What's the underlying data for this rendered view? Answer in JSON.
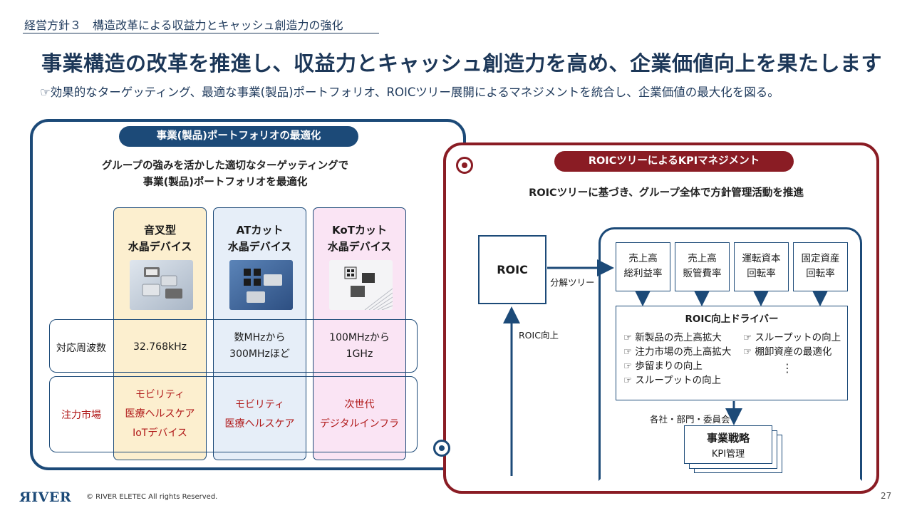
{
  "header": {
    "section": "経営方針３　構造改革による収益力とキャッシュ創造力の強化",
    "title": "事業構造の改革を推進し、収益力とキャッシュ創造力を高め、企業価値向上を果たします",
    "subtitle": "☞効果的なターゲッティング、最適な事業(製品)ポートフォリオ、ROICツリー展開によるマネジメントを統合し、企業価値の最大化を図る。"
  },
  "left_panel": {
    "heading": "事業(製品)ポートフォリオの最適化",
    "description_line1": "グループの強みを活かした適切なターゲッティングで",
    "description_line2": "事業(製品)ポートフォリオを最適化",
    "row_labels": {
      "frequency": "対応周波数",
      "market": "注力市場"
    },
    "columns": [
      {
        "title_line1": "音叉型",
        "title_line2": "水晶デバイス",
        "frequency_line1": "32.768kHz",
        "frequency_line2": "",
        "market_line1": "モビリティ",
        "market_line2": "医療ヘルスケア",
        "market_line3": "IoTデバイス"
      },
      {
        "title_line1": "ATカット",
        "title_line2": "水晶デバイス",
        "frequency_line1": "数MHzから",
        "frequency_line2": "300MHzほど",
        "market_line1": "モビリティ",
        "market_line2": "医療ヘルスケア"
      },
      {
        "title_line1": "KoTカット",
        "title_line2": "水晶デバイス",
        "frequency_line1": "100MHzから",
        "frequency_line2": "1GHz",
        "market_line1": "次世代",
        "market_line2": "デジタルインフラ"
      }
    ]
  },
  "right_panel": {
    "heading": "ROICツリーによるKPIマネジメント",
    "description": "ROICツリーに基づき、グループ全体で方針管理活動を推進",
    "roic_label": "ROIC",
    "decompose_label": "分解ツリー",
    "improve_label": "ROIC向上",
    "kpis": [
      {
        "line1": "売上高",
        "line2": "総利益率"
      },
      {
        "line1": "売上高",
        "line2": "販管費率"
      },
      {
        "line1": "運転資本",
        "line2": "回転率"
      },
      {
        "line1": "固定資産",
        "line2": "回転率"
      }
    ],
    "drivers_title": "ROIC向上ドライバー",
    "drivers_left": [
      "☞ 新製品の売上高拡大",
      "☞ 注力市場の売上高拡大",
      "☞ 歩留まりの向上",
      "☞ スループットの向上"
    ],
    "drivers_right": [
      "☞ スループットの向上",
      "☞ 棚卸資産の最適化"
    ],
    "drivers_ellipsis": "⋮",
    "org_label": "各社・部門・委員会",
    "strategy_title": "事業戦略",
    "strategy_sub": "KPI管理"
  },
  "footer": {
    "logo": "ЯIVER",
    "copyright": "© RIVER ELETEC All rights Reserved.",
    "page": "27"
  },
  "colors": {
    "navy": "#1c4a78",
    "burgundy": "#8a1c24",
    "market_red": "#b01818",
    "col1_bg": "#fcefcf",
    "col2_bg": "#e6eef8",
    "col3_bg": "#fae4f4"
  }
}
